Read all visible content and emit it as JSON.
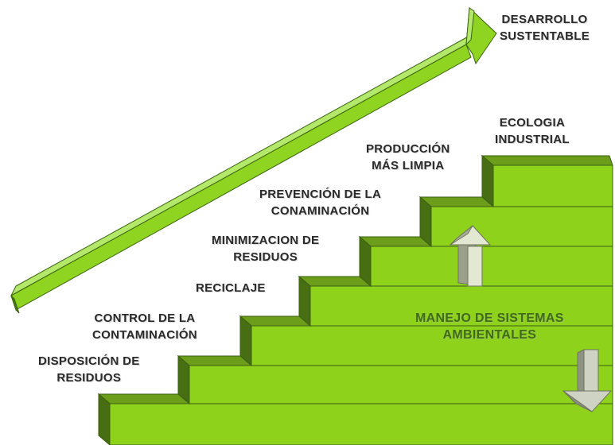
{
  "diagram": {
    "goal": "DESARROLLO\nSUSTENTABLE",
    "steps": [
      "DISPOSICIÓN DE\nRESIDUOS",
      "CONTROL DE LA\nCONTAMINACIÓN",
      "RECICLAJE",
      "MINIMIZACION DE\nRESIDUOS",
      "PREVENCIÓN DE LA\nCONAMINACIÓN",
      "PRODUCCIÓN\nMÁS LIMPIA",
      "ECOLOGIA\nINDUSTRIAL"
    ],
    "center_label": "MANEJO DE SISTEMAS\nAMBIENTALES",
    "colors": {
      "step_front": "#8ed21c",
      "step_top": "#6c9e1c",
      "step_side": "#476e12",
      "arrow_face": "#8fd420",
      "arrow_top": "#b3e86a",
      "arrow_side": "#4a7a12",
      "up_arrow": "#e3e8d2",
      "down_arrow": "#cfd3c4"
    },
    "icons": [
      "up-arrow-icon",
      "down-arrow-icon",
      "diagonal-arrow-icon"
    ]
  }
}
